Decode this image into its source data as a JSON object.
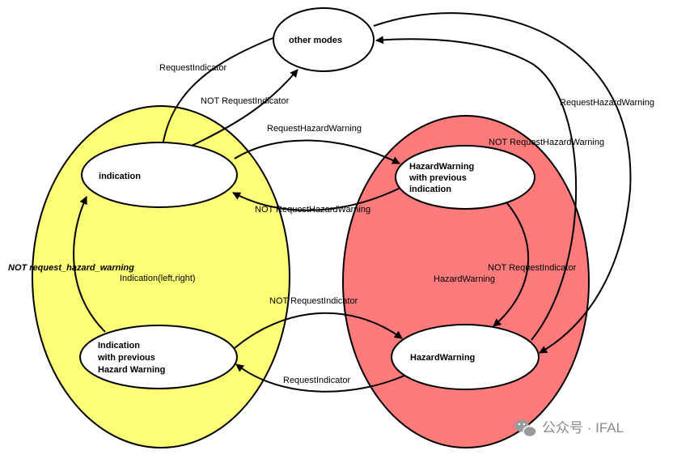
{
  "colors": {
    "indication_region": "#ffff77",
    "hazard_region": "#ff7b7b",
    "state_fill": "#ffffff",
    "stroke": "#000000",
    "watermark": "#8a8a8a"
  },
  "regions": {
    "indication": {
      "label": ""
    },
    "hazard": {
      "label": ""
    }
  },
  "states": {
    "other_modes": [
      "other modes"
    ],
    "indication": [
      "indication"
    ],
    "hazard_with_prev_indication": [
      "HazardWarning",
      "with previous",
      "indication"
    ],
    "indication_with_prev_hazard": [
      "Indication",
      "with previous",
      "Hazard Warning"
    ],
    "hazard_warning": [
      "HazardWarning"
    ]
  },
  "transitions": {
    "request_indicator_top": "RequestIndicator",
    "not_request_indicator_top": "NOT RequestIndicator",
    "request_hazard_warning_mid": "RequestHazardWarning",
    "not_request_hazard_warning_mid": "NOT RequestHazardWarning",
    "request_hazard_warning_right": "RequestHazardWarning",
    "not_request_hazard_warning_right": "NOT RequestHazardWarning",
    "not_request_hazard_warning_italic": "NOT request_hazard_warning",
    "indication_left_right": "Indication(left,right)",
    "not_request_indicator_center": "NOT RequestIndicator",
    "request_indicator_bottom": "RequestIndicator",
    "not_request_indicator_right": "NOT RequestIndicator",
    "hazard_warning_label": "HazardWarning"
  },
  "watermark": {
    "icon": "wechat-icon",
    "text": "公众号 · IFAL"
  }
}
